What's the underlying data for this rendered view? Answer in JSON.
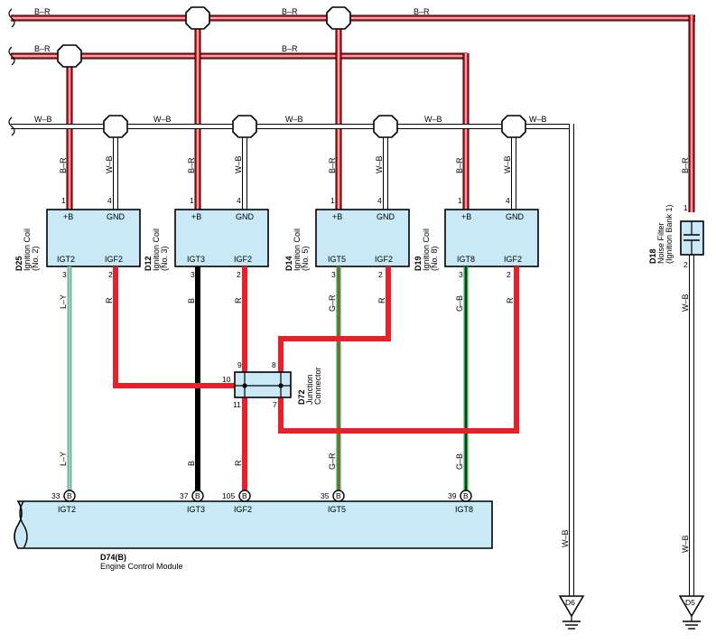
{
  "wires": {
    "b_r": "B–R",
    "w_b": "W–B",
    "l_y": "L–Y",
    "r": "R",
    "b": "B",
    "g_r": "G–R",
    "g_b": "G–B"
  },
  "pins": {
    "p1": "1",
    "p2": "2",
    "p3": "3",
    "p4": "4",
    "p7": "7",
    "p8": "8",
    "p9": "9",
    "p10": "10",
    "p11": "11"
  },
  "coils": [
    {
      "id": "D25",
      "name": "Ignition Coil",
      "num": "(No. 2)",
      "pos": "+B",
      "gnd": "GND",
      "igt": "IGT2",
      "igf": "IGF2"
    },
    {
      "id": "D12",
      "name": "Ignition Coil",
      "num": "(No. 3)",
      "pos": "+B",
      "gnd": "GND",
      "igt": "IGT3",
      "igf": "IGF2"
    },
    {
      "id": "D14",
      "name": "Ignition Coil",
      "num": "(No. 5)",
      "pos": "+B",
      "gnd": "GND",
      "igt": "IGT5",
      "igf": "IGF2"
    },
    {
      "id": "D19",
      "name": "Ignition Coil",
      "num": "(No. 8)",
      "pos": "+B",
      "gnd": "GND",
      "igt": "IGT8",
      "igf": "IGF2"
    }
  ],
  "junction": {
    "id": "D72",
    "name1": "Junction",
    "name2": "Connector"
  },
  "filter": {
    "id": "D18",
    "name": "Noise Filter",
    "sub": "(Ignition Bank 1)"
  },
  "ecm": {
    "id": "D74(B)",
    "name": "Engine Control Module",
    "pins": [
      {
        "num": "33",
        "label": "IGT2",
        "conn": "B"
      },
      {
        "num": "37",
        "label": "IGT3",
        "conn": "B"
      },
      {
        "num": "105",
        "label": "IGF2",
        "conn": "B"
      },
      {
        "num": "35",
        "label": "IGT5",
        "conn": "B"
      },
      {
        "num": "39",
        "label": "IGT8",
        "conn": "B"
      }
    ]
  },
  "grounds": [
    {
      "id": "D6"
    },
    {
      "id": "D5"
    }
  ],
  "colors": {
    "box_fill": "#c9e9f6",
    "red": "#e8202a",
    "green": "#2aa84a",
    "blue": "#4fb8e4",
    "yellow": "#e8d23c"
  }
}
